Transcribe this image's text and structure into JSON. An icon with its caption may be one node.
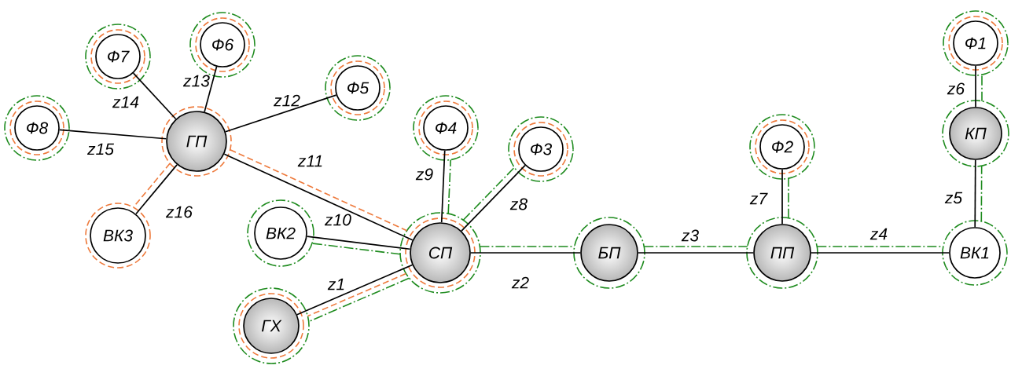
{
  "diagram": {
    "nodes": [
      {
        "text": [
          "Ф7"
        ]
      },
      {
        "text": [
          "Ф6"
        ]
      },
      {
        "text": [
          "Ф5"
        ]
      },
      {
        "text": [
          "Ф8"
        ]
      },
      {
        "text": [
          "ГП"
        ]
      },
      {
        "text": [
          "Ф4"
        ]
      },
      {
        "text": [
          "Ф3"
        ]
      },
      {
        "text": [
          "Ф2"
        ]
      },
      {
        "text": [
          "Ф1"
        ]
      },
      {
        "text": [
          "КП"
        ]
      },
      {
        "text": [
          "ВК3"
        ]
      },
      {
        "text": [
          "ВК2"
        ]
      },
      {
        "text": [
          "СП"
        ]
      },
      {
        "text": [
          "БП"
        ]
      },
      {
        "text": [
          "ПП"
        ]
      },
      {
        "text": [
          "ВК1"
        ]
      },
      {
        "text": [
          "ГХ"
        ]
      }
    ],
    "edges": [
      {
        "from": 12,
        "to": 16,
        "arrow": "none",
        "label": "z1"
      },
      {
        "from": 12,
        "to": 13,
        "arrow": "none",
        "label": "z2"
      },
      {
        "from": 13,
        "to": 14,
        "arrow": "none",
        "label": "z3"
      },
      {
        "from": 14,
        "to": 15,
        "arrow": "none",
        "label": "z4"
      },
      {
        "from": 15,
        "to": 9,
        "arrow": "none",
        "label": "z5"
      },
      {
        "from": 9,
        "to": 8,
        "arrow": "none",
        "label": "z6"
      },
      {
        "from": 14,
        "to": 7,
        "arrow": "none",
        "label": "z7"
      },
      {
        "from": 12,
        "to": 6,
        "arrow": "none",
        "label": "z8"
      },
      {
        "from": 12,
        "to": 5,
        "arrow": "none",
        "label": "z9"
      },
      {
        "from": 12,
        "to": 11,
        "arrow": "none",
        "label": "z10"
      },
      {
        "from": 4,
        "to": 12,
        "arrow": "none",
        "label": "z11"
      },
      {
        "from": 4,
        "to": 2,
        "arrow": "none",
        "label": "z12"
      },
      {
        "from": 4,
        "to": 1,
        "arrow": "none",
        "label": "z13"
      },
      {
        "from": 4,
        "to": 0,
        "arrow": "none",
        "label": "z14"
      },
      {
        "from": 4,
        "to": 3,
        "arrow": "none",
        "label": "z15"
      },
      {
        "from": 4,
        "to": 10,
        "arrow": "none",
        "label": "z16"
      }
    ]
  }
}
